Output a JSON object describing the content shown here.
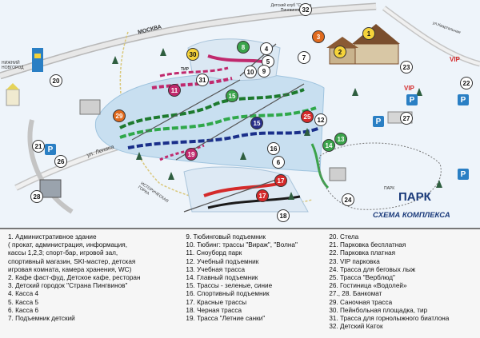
{
  "map": {
    "park_label": "ПАРК",
    "scheme_title": "СХЕМА КОМПЛЕКСА",
    "moscow_label": "МОСКВА",
    "nizhny_label": "НИЖНИЙ НОВГОРОД",
    "lenina_label": "ул. Ленина",
    "kvartalnaya_label": "ул.Квартальная",
    "historic_label": "ИСТОРИЧЕСКАЯ ГОРКА",
    "kids_club_label": "Детский клуб \"Страна Пингвинов\"",
    "vip_label": "VIP",
    "tir_label": "ТИР",
    "park_small": "ПАРК",
    "parking_letter": "P",
    "markers": [
      {
        "id": "m1",
        "text": "1",
        "color": "#f5d33a"
      },
      {
        "id": "m2",
        "text": "2",
        "color": "#f5d33a"
      },
      {
        "id": "m3",
        "text": "3",
        "color": "#e06a1e"
      },
      {
        "id": "m4",
        "text": "4",
        "color": "#ffffff"
      },
      {
        "id": "m5",
        "text": "5",
        "color": "#ffffff"
      },
      {
        "id": "m6",
        "text": "6",
        "color": "#ffffff"
      },
      {
        "id": "m7",
        "text": "7",
        "color": "#ffffff"
      },
      {
        "id": "m8",
        "text": "8",
        "color": "#3aa34a"
      },
      {
        "id": "m9",
        "text": "9",
        "color": "#ffffff"
      },
      {
        "id": "m10",
        "text": "10",
        "color": "#ffffff"
      },
      {
        "id": "m11",
        "text": "11",
        "color": "#c0296d"
      },
      {
        "id": "m12",
        "text": "12",
        "color": "#ffffff"
      },
      {
        "id": "m13",
        "text": "13",
        "color": "#3aa34a"
      },
      {
        "id": "m14",
        "text": "14",
        "color": "#3aa34a"
      },
      {
        "id": "m15a",
        "text": "15",
        "color": "#3aa34a"
      },
      {
        "id": "m15b",
        "text": "15",
        "color": "#2a2f8a"
      },
      {
        "id": "m16",
        "text": "16",
        "color": "#ffffff"
      },
      {
        "id": "m17a",
        "text": "17",
        "color": "#d42a2a"
      },
      {
        "id": "m17b",
        "text": "17",
        "color": "#d42a2a"
      },
      {
        "id": "m18",
        "text": "18",
        "color": "#ffffff"
      },
      {
        "id": "m19",
        "text": "19",
        "color": "#c0296d"
      },
      {
        "id": "m20",
        "text": "20",
        "color": "#ffffff"
      },
      {
        "id": "m21",
        "text": "21",
        "color": "#ffffff"
      },
      {
        "id": "m22",
        "text": "22",
        "color": "#ffffff"
      },
      {
        "id": "m23",
        "text": "23",
        "color": "#ffffff"
      },
      {
        "id": "m24",
        "text": "24",
        "color": "#ffffff"
      },
      {
        "id": "m25",
        "text": "25",
        "color": "#d42a2a"
      },
      {
        "id": "m26",
        "text": "26",
        "color": "#ffffff"
      },
      {
        "id": "m27",
        "text": "27",
        "color": "#ffffff"
      },
      {
        "id": "m28",
        "text": "28",
        "color": "#ffffff"
      },
      {
        "id": "m29",
        "text": "29",
        "color": "#e06a1e"
      },
      {
        "id": "m30",
        "text": "30",
        "color": "#f5d33a"
      },
      {
        "id": "m31",
        "text": "31",
        "color": "#ffffff"
      },
      {
        "id": "m32",
        "text": "32",
        "color": "#ffffff"
      }
    ]
  },
  "legend": {
    "col1": [
      "1.  Административное здание",
      "     ( прокат, администрация, информация,",
      "     кассы 1,2,3; спорт-бар, игровой зал,",
      "     спортивный магазин, SKI-мастер, детская",
      "     игровая комната, камера хранения, WC)",
      "2.  Кафе фаст-фуд, Детское кафе, ресторан",
      "3.  Детский городок \"Страна Пингвинов\"",
      "4.  Касса 4",
      "5.  Касса 5",
      "6.  Касса 6",
      "7.  Подъемник детский"
    ],
    "col2": [
      "9.   Тюбинговый подъемник",
      "10.  Тюбинг: трассы \"Вираж\", \"Волна\"",
      "11.  Сноуборд парк",
      "12.  Учебный подъемник",
      "13.  Учебная трасса",
      "14.  Главный подъемник",
      "15.  Трассы - зеленые, синие",
      "16.  Спортивный подъемник",
      "17.  Красные трассы",
      "18.  Черная трасса",
      "19.  Трасса \"Летние санки\""
    ],
    "col3": [
      "20.  Стела",
      "21.  Парковка бесплатная",
      "22.  Парковка платная",
      "23.  VIP парковка",
      "24.  Трасса для беговых лыж",
      "25.  Трасса \"Верблюд\"",
      "26.  Гостиница «Водолей»",
      "27., 28.  Банкомат",
      "29.  Саночная трасса",
      "30.  Пейнбольная площадка, тир",
      "31.  Трасса для горнолыжного биатлона",
      "32.  Детский  Каток"
    ]
  }
}
